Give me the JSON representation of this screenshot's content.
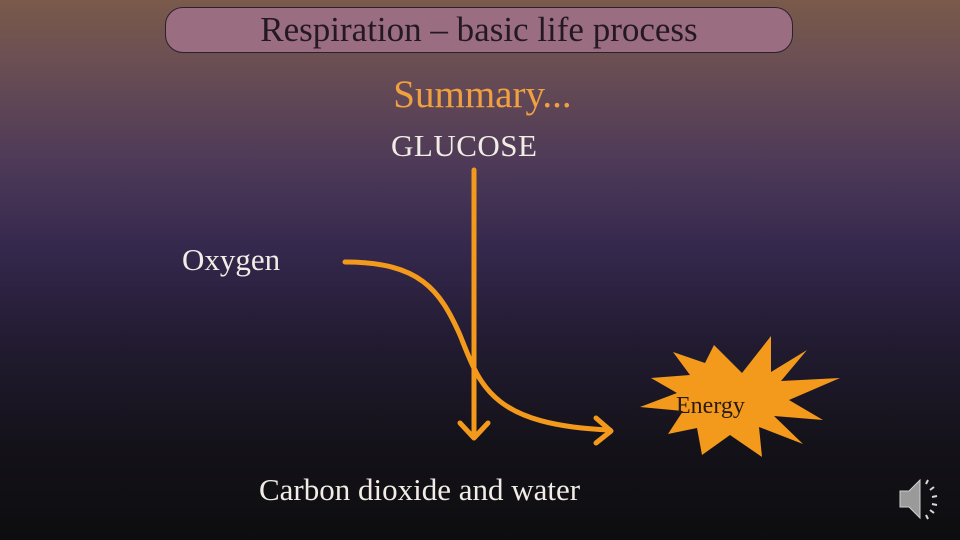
{
  "slide": {
    "title": "Respiration – basic life process",
    "subtitle": "Summary...",
    "reactants": {
      "glucose": "GLUCOSE",
      "oxygen": "Oxygen"
    },
    "products": {
      "main": "Carbon dioxide and water",
      "energy": "Energy"
    }
  },
  "colors": {
    "arrow": "#f39a1c",
    "starburst": "#f39a1c",
    "banner": "#9a6e80",
    "summary_text": "#f0a040"
  },
  "icons": {
    "audio": "speaker-icon"
  }
}
